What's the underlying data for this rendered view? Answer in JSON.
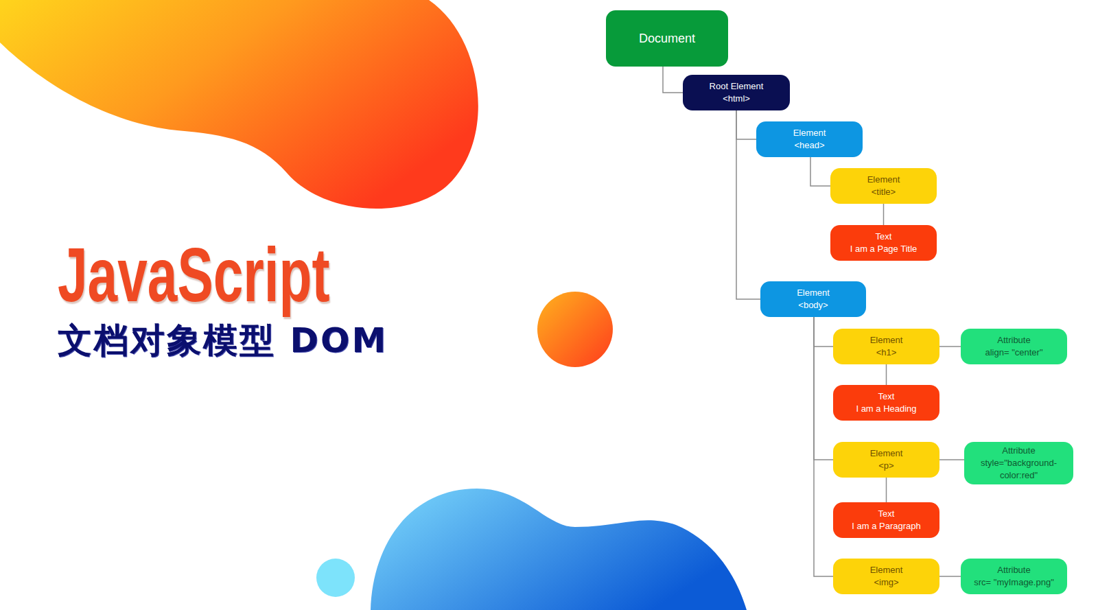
{
  "diagram": {
    "title": "JavaScript",
    "caption": "文档对象模型 DOM",
    "nodes": [
      {
        "text": [
          "Document"
        ]
      },
      {
        "text": [
          "Root Element",
          "<html>"
        ]
      },
      {
        "text": [
          "Element",
          "<head>"
        ]
      },
      {
        "text": [
          "Element",
          "<title>"
        ]
      },
      {
        "text": [
          "Text",
          "I am a Page Title"
        ]
      },
      {
        "text": [
          "Element",
          "<body>"
        ]
      },
      {
        "text": [
          "Element",
          "<h1>"
        ]
      },
      {
        "text": [
          "Attribute",
          "align= \"center\""
        ]
      },
      {
        "text": [
          "Text",
          "I am a Heading"
        ]
      },
      {
        "text": [
          "Element",
          "<p>"
        ]
      },
      {
        "text": [
          "Attribute",
          "style=\"background-color:red\""
        ]
      },
      {
        "text": [
          "Text",
          "I am a Paragraph"
        ]
      },
      {
        "text": [
          "Element",
          "<img>"
        ]
      },
      {
        "text": [
          "Attribute",
          "src= \"myImage.png\""
        ]
      }
    ],
    "edges": [
      {
        "from": 0,
        "to": 1,
        "arrow": "none"
      },
      {
        "from": 1,
        "to": 2,
        "arrow": "none"
      },
      {
        "from": 2,
        "to": 3,
        "arrow": "none"
      },
      {
        "from": 3,
        "to": 4,
        "arrow": "none"
      },
      {
        "from": 1,
        "to": 5,
        "arrow": "none"
      },
      {
        "from": 5,
        "to": 6,
        "arrow": "none"
      },
      {
        "from": 6,
        "to": 7,
        "arrow": "none"
      },
      {
        "from": 6,
        "to": 8,
        "arrow": "none"
      },
      {
        "from": 5,
        "to": 9,
        "arrow": "none"
      },
      {
        "from": 9,
        "to": 10,
        "arrow": "none"
      },
      {
        "from": 9,
        "to": 11,
        "arrow": "none"
      },
      {
        "from": 5,
        "to": 12,
        "arrow": "none"
      },
      {
        "from": 12,
        "to": 13,
        "arrow": "none"
      }
    ]
  }
}
